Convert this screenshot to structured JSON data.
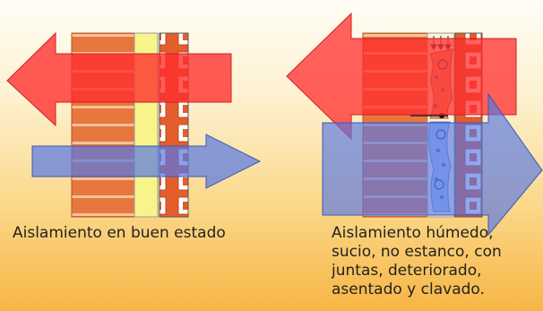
{
  "captions": {
    "left": "Aislamiento en buen estado",
    "right": [
      "Aislamiento húmedo,",
      "sucio, no estanco, con",
      "juntas, deteriorado,",
      "asentado y clavado."
    ]
  },
  "colors": {
    "brick": "#e8763f",
    "brick_mortar": "#f7c39a",
    "insulation_good": "#f8f48a",
    "insulation_wet": "#e7a177",
    "insulation_cold": "#aec6ea",
    "hollow_brick": "#ffffff",
    "arrow_heat": "#ff3a3a",
    "arrow_cold": "#5b7fe0"
  }
}
